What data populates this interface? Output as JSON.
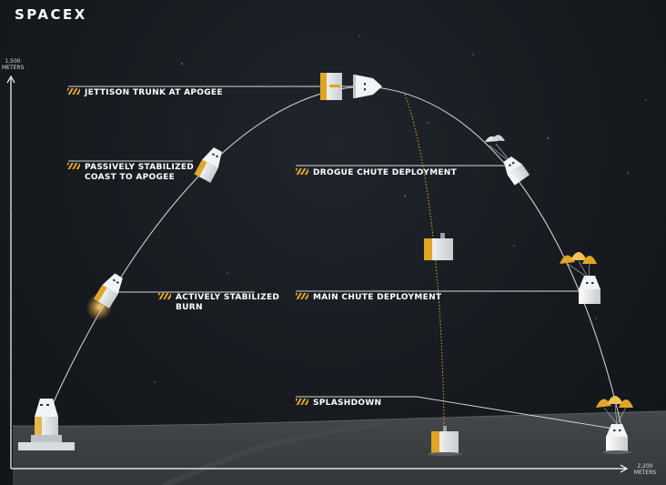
{
  "logo": "SPACEX",
  "axes": {
    "y_max_value": "1,500",
    "y_unit": "METERS",
    "x_max_value": "2,200",
    "x_unit": "METERS"
  },
  "stages": [
    {
      "id": "jettison",
      "lines": [
        "JETTISON TRUNK AT APOGEE"
      ]
    },
    {
      "id": "passive",
      "lines": [
        "PASSIVELY STABILIZED",
        "COAST TO APOGEE"
      ]
    },
    {
      "id": "drogue",
      "lines": [
        "DROGUE CHUTE DEPLOYMENT"
      ]
    },
    {
      "id": "active",
      "lines": [
        "ACTIVELY STABILIZED",
        "BURN"
      ]
    },
    {
      "id": "main",
      "lines": [
        "MAIN CHUTE DEPLOYMENT"
      ]
    },
    {
      "id": "splash",
      "lines": [
        "SPLASHDOWN"
      ]
    }
  ],
  "colors": {
    "background": "#15191d",
    "accent": "#e0a526",
    "ground": "#3c3f42",
    "trajectory": "#c9ccd0"
  }
}
